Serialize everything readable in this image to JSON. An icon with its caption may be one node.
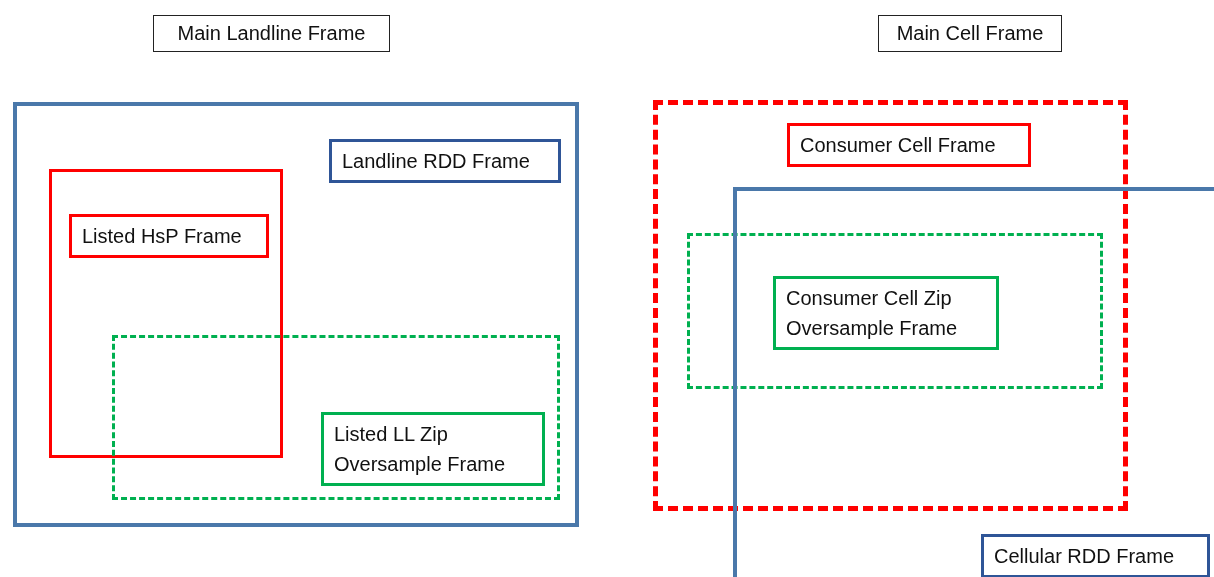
{
  "diagram": {
    "nodes": [
      {
        "text": [
          "Main Landline Frame"
        ]
      },
      {
        "text": [
          "Landline RDD Frame"
        ]
      },
      {
        "text": [
          "Listed HsP Frame"
        ],
        "in": 1
      },
      {
        "text": [
          "Listed LL Zip Oversample Frame"
        ],
        "in": 1
      },
      {
        "text": [
          "Main Cell Frame"
        ]
      },
      {
        "text": [
          "Consumer Cell Frame"
        ]
      },
      {
        "text": [
          "Consumer Cell Zip Oversample Frame"
        ],
        "in": 5
      },
      {
        "text": [
          "Cellular RDD Frame"
        ]
      }
    ]
  }
}
